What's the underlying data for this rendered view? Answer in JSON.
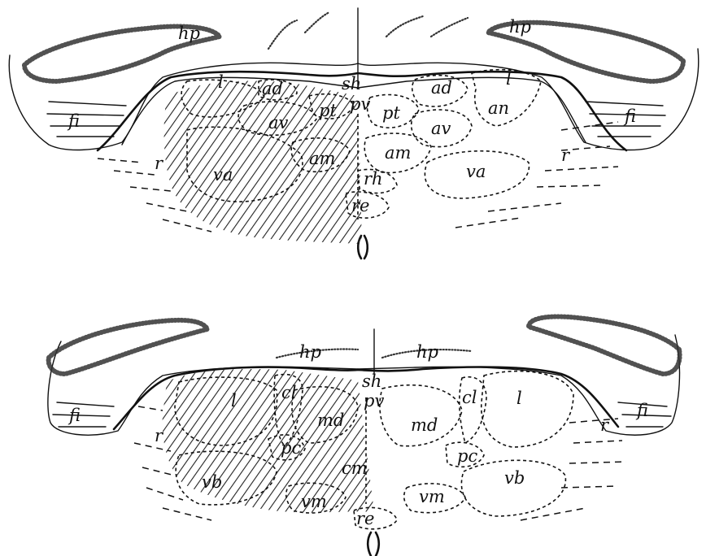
{
  "upper_section": {
    "labels": {
      "hp_left": "hp",
      "hp_right": "hp",
      "fi_left": "fi",
      "fi_right": "fi",
      "r_left": "r",
      "r_right": "r",
      "l_left": "l",
      "l_right": "l",
      "ad_left": "ad",
      "ad_right": "ad",
      "sh": "sh",
      "pt_left": "pt",
      "pt_right": "pt",
      "pv": "pv",
      "av_left": "av",
      "av_right": "av",
      "an": "an",
      "am_left": "am",
      "am_right": "am",
      "va_left": "va",
      "va_right": "va",
      "rh": "rh",
      "re": "re"
    }
  },
  "lower_section": {
    "labels": {
      "hp_left": "hp",
      "hp_right": "hp",
      "fi_left": "fi",
      "fi_right": "fi",
      "r_left": "r",
      "r_right": "r",
      "l_left": "l",
      "l_right": "l",
      "cl_left": "cl",
      "cl_right": "cl",
      "sh": "sh",
      "pv": "pv",
      "md_left": "md",
      "md_right": "md",
      "pc_left": "pc",
      "pc_right": "pc",
      "cm": "cm",
      "vb_left": "vb",
      "vb_right": "vb",
      "vm_left": "vm",
      "vm_right": "vm",
      "re": "re"
    }
  },
  "style": {
    "ink": "#111111",
    "hatch": "#222222",
    "paper": "#ffffff"
  }
}
